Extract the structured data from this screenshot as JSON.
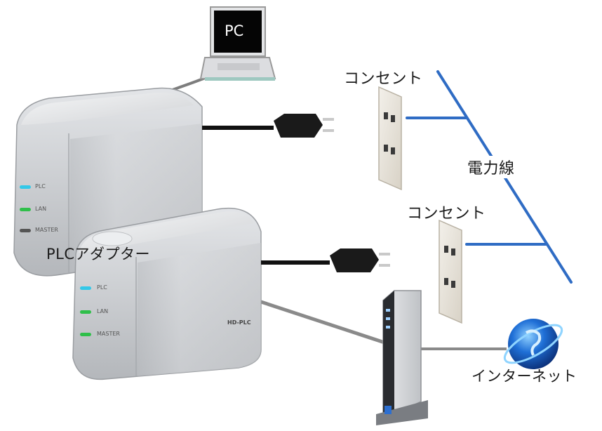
{
  "labels": {
    "pc": "PC",
    "outlet_top": "コンセント",
    "outlet_bottom": "コンセント",
    "power_line": "電力線",
    "plc_adapter": "PLCアダプター",
    "internet": "インターネット"
  },
  "adapter_leds": {
    "plc": "PLC",
    "lan": "LAN",
    "master": "MASTER"
  },
  "brand_mark": "HD-PLC",
  "colors": {
    "power_line": "#2f6cc4",
    "led_plc": "#33c8e8",
    "led_lan": "#2fbf4a",
    "led_master_front": "#2fbf4a",
    "led_master_back": "#555555"
  }
}
